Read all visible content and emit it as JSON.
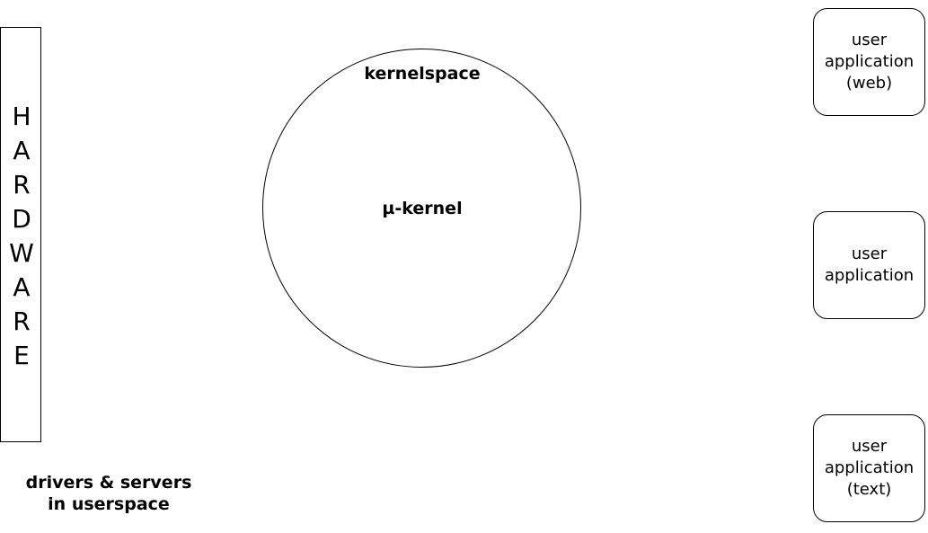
{
  "hardware": {
    "letters": [
      "H",
      "A",
      "R",
      "D",
      "W",
      "A",
      "R",
      "E"
    ]
  },
  "kernel": {
    "space_label": "kernelspace",
    "core_label": "µ-kernel"
  },
  "apps": [
    {
      "lines": [
        "user",
        "application",
        "(web)"
      ]
    },
    {
      "lines": [
        "user",
        "application"
      ]
    },
    {
      "lines": [
        "user",
        "application",
        "(text)"
      ]
    }
  ],
  "userspace": {
    "lines": [
      "drivers & servers",
      "in userspace"
    ]
  }
}
